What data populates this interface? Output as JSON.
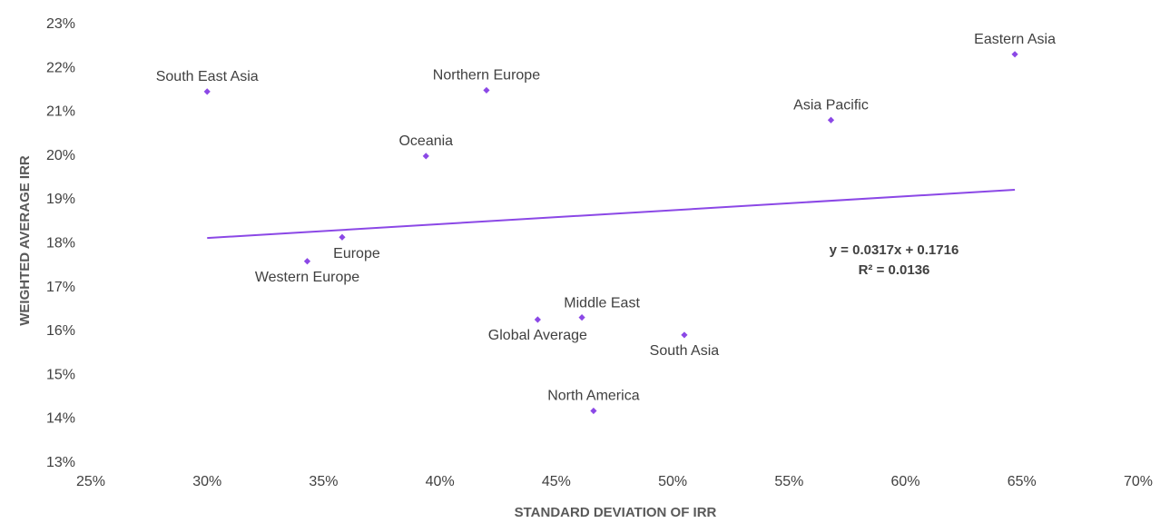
{
  "chart_data": {
    "type": "scatter",
    "title": "",
    "xlabel": "STANDARD DEVIATION OF IRR",
    "ylabel": "WEIGHTED AVERAGE IRR",
    "xlim": [
      0.25,
      0.7
    ],
    "ylim": [
      0.13,
      0.23
    ],
    "x_ticks": [
      0.25,
      0.3,
      0.35,
      0.4,
      0.45,
      0.5,
      0.55,
      0.6,
      0.65,
      0.7
    ],
    "x_tick_labels": [
      "25%",
      "30%",
      "35%",
      "40%",
      "45%",
      "50%",
      "55%",
      "60%",
      "65%",
      "70%"
    ],
    "y_ticks": [
      0.13,
      0.14,
      0.15,
      0.16,
      0.17,
      0.18,
      0.19,
      0.2,
      0.21,
      0.22,
      0.23
    ],
    "y_tick_labels": [
      "13%",
      "14%",
      "15%",
      "16%",
      "17%",
      "18%",
      "19%",
      "20%",
      "21%",
      "22%",
      "23%"
    ],
    "grid": false,
    "marker_color": "#8B48E6",
    "trendline_color": "#8B48E6",
    "points": [
      {
        "label": "South East Asia",
        "x": 0.3,
        "y": 0.2145,
        "label_pos": "above"
      },
      {
        "label": "Northern Europe",
        "x": 0.42,
        "y": 0.2148,
        "label_pos": "above"
      },
      {
        "label": "Eastern Asia",
        "x": 0.647,
        "y": 0.223,
        "label_pos": "above"
      },
      {
        "label": "Asia Pacific",
        "x": 0.568,
        "y": 0.208,
        "label_pos": "above"
      },
      {
        "label": "Oceania",
        "x": 0.394,
        "y": 0.1998,
        "label_pos": "above"
      },
      {
        "label": "Europe",
        "x": 0.358,
        "y": 0.1813,
        "label_pos": "below-right"
      },
      {
        "label": "Western Europe",
        "x": 0.343,
        "y": 0.1758,
        "label_pos": "below"
      },
      {
        "label": "Middle East",
        "x": 0.461,
        "y": 0.163,
        "label_pos": "above-right"
      },
      {
        "label": "Global Average",
        "x": 0.442,
        "y": 0.1625,
        "label_pos": "below"
      },
      {
        "label": "South Asia",
        "x": 0.505,
        "y": 0.159,
        "label_pos": "below"
      },
      {
        "label": "North America",
        "x": 0.466,
        "y": 0.1417,
        "label_pos": "above"
      }
    ],
    "trendline": {
      "x_range": [
        0.3,
        0.647
      ],
      "slope": 0.0317,
      "intercept": 0.1716,
      "equation_text": "y = 0.0317x + 0.1716",
      "r2_text": "R² = 0.0136"
    }
  }
}
